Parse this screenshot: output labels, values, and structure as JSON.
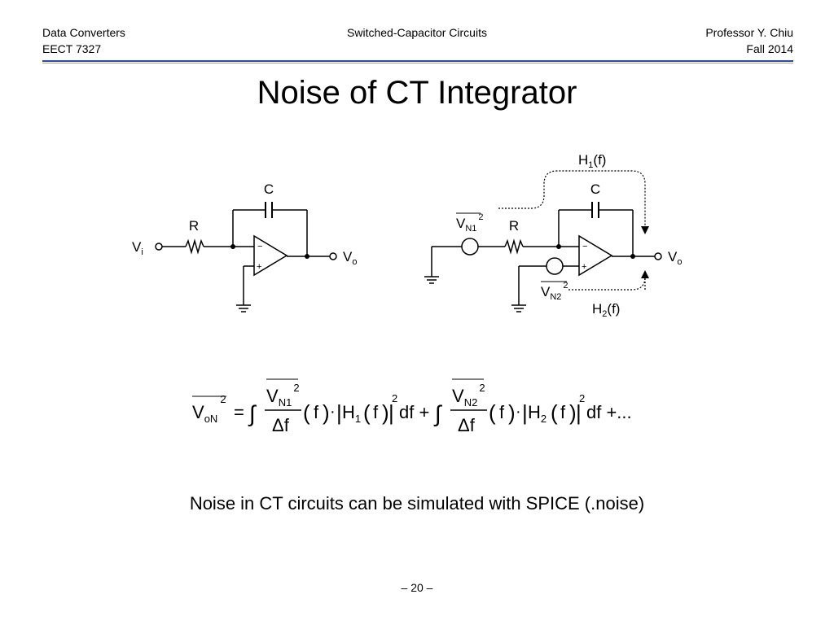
{
  "header": {
    "course": "Data Converters",
    "course_code": "EECT 7327",
    "topic": "Switched-Capacitor Circuits",
    "instructor": "Professor Y. Chiu",
    "term": "Fall 2014"
  },
  "slide": {
    "title": "Noise of CT Integrator",
    "note": "Noise in CT circuits can be simulated with SPICE (.noise)",
    "page_number": "– 20 –"
  },
  "circuit_left": {
    "capacitor": "C",
    "resistor": "R",
    "input": "V",
    "input_sub": "i",
    "output": "V",
    "output_sub": "o",
    "minus": "−",
    "plus": "+"
  },
  "circuit_right": {
    "capacitor": "C",
    "resistor": "R",
    "output": "V",
    "output_sub": "o",
    "transfer1": "H",
    "transfer1_sub": "1",
    "transfer1_arg": "(f)",
    "transfer2": "H",
    "transfer2_sub": "2",
    "transfer2_arg": "(f)",
    "noise1": "V",
    "noise1_sub": "N1",
    "noise1_sup": "2",
    "noise2": "V",
    "noise2_sub": "N2",
    "noise2_sup": "2",
    "minus": "−",
    "plus": "+"
  },
  "formula": {
    "lhs": "V",
    "lhs_sub": "oN",
    "lhs_sup": "2",
    "equals": "=",
    "integral": "∫",
    "num1": "V",
    "num1_sub": "N1",
    "num2": "V",
    "num2_sub": "N2",
    "sup2": "2",
    "denominator": "Δf",
    "lparen": "(",
    "rparen": ")",
    "f": "f",
    "dot": "·",
    "bar": "|",
    "H": "H",
    "H1_sub": "1",
    "H2_sub": "2",
    "df_plus": "df +",
    "df_plus_dots": "df +..."
  }
}
